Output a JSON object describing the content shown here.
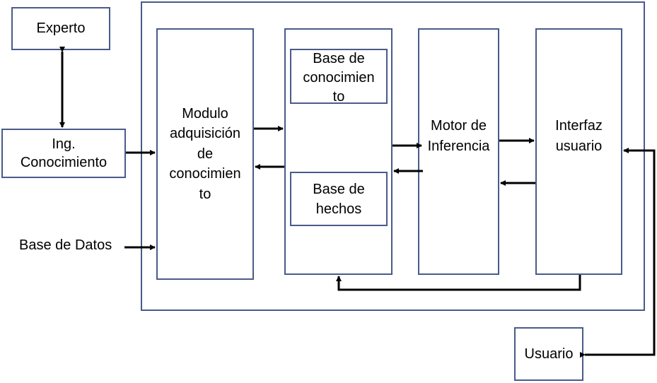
{
  "colors": {
    "box_border": "#4a5a8a",
    "arrow": "#000000",
    "background": "#ffffff"
  },
  "nodes": {
    "experto": "Experto",
    "ing_conocimiento_1": "Ing.",
    "ing_conocimiento_2": "Conocimiento",
    "base_datos": "Base de Datos",
    "modulo_1": "Modulo",
    "modulo_2": "adquisición",
    "modulo_3": "de",
    "modulo_4": "conocimien",
    "modulo_5": "to",
    "base_conocimiento_1": "Base de",
    "base_conocimiento_2": "conocimien",
    "base_conocimiento_3": "to",
    "base_hechos_1": "Base de",
    "base_hechos_2": "hechos",
    "motor_1": "Motor de",
    "motor_2": "Inferencia",
    "interfaz_1": "Interfaz",
    "interfaz_2": "usuario",
    "usuario": "Usuario"
  }
}
